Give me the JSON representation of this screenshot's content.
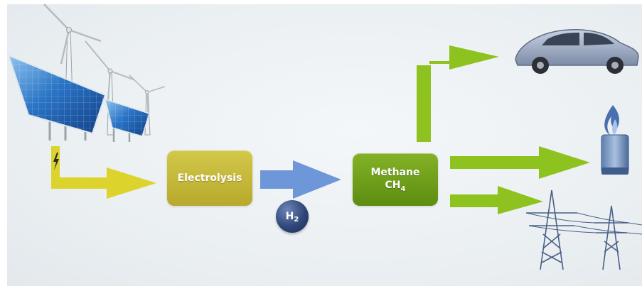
{
  "diagram": {
    "steps": {
      "electrolysis": {
        "label": "Electrolysis"
      },
      "methane": {
        "label": "Methane",
        "formula_main": "CH",
        "formula_sub": "4"
      }
    },
    "intermediate": {
      "formula_main": "H",
      "formula_sub": "2"
    },
    "sources": [
      "wind-turbines",
      "solar-panels"
    ],
    "outputs": [
      "car",
      "gas-flame-burner",
      "power-grid-pylons"
    ],
    "colors": {
      "electric_arrow": "#dcd32c",
      "hydrogen_arrow": "#6d97d8",
      "output_arrow": "#8dc21f",
      "electrolysis_box": "#c9bd3d",
      "methane_box": "#6f9f1a",
      "h2_circle": "#2f4779"
    }
  }
}
